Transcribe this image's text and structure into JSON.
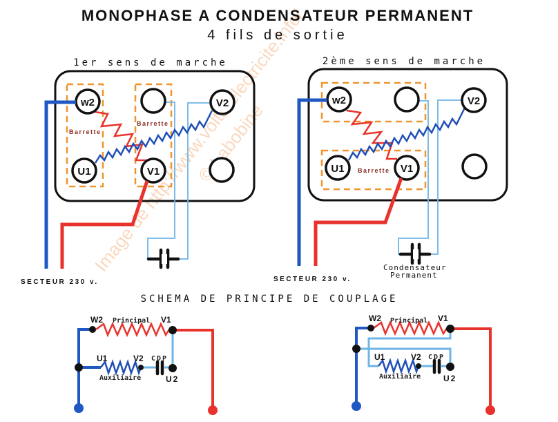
{
  "header": {
    "title": "MONOPHASE A CONDENSATEUR PERMANENT",
    "subtitle": "4 fils de sortie"
  },
  "colors": {
    "principal_winding": "#e8322c",
    "auxiliary_winding": "#1f4fb5",
    "supply_blue": "#1f57c3",
    "supply_red": "#e8322c",
    "capacitor_wire": "#6fb4e6",
    "barrette": "#f0942e",
    "outline": "#111111",
    "watermark": "#f7b98a"
  },
  "diagram_1": {
    "heading": "1er sens de marche",
    "terminals": {
      "w2": "w2",
      "u1": "U1",
      "v1": "V1",
      "v2": "V2"
    },
    "barrette_labels": [
      "Barrette",
      "Barrette"
    ],
    "supply_label": "SECTEUR 230 v."
  },
  "diagram_2": {
    "heading": "2ème sens de marche",
    "terminals": {
      "w2": "w2",
      "u1": "U1",
      "v1": "V1",
      "v2": "V2"
    },
    "barrette_label": "Barrette",
    "supply_label": "SECTEUR 230 v.",
    "capacitor_label_line1": "Condensateur",
    "capacitor_label_line2": "Permanent"
  },
  "schema": {
    "heading": "SCHEMA DE PRINCIPE DE COUPLAGE",
    "left": {
      "w2": "W2",
      "v1": "V1",
      "u1": "U1",
      "v2": "V2",
      "u2": "U2",
      "principal": "Principal",
      "auxiliaire": "Auxiliaire",
      "cdp": "CDP"
    },
    "right": {
      "w2": "W2",
      "v1": "V1",
      "u1": "U1",
      "v2": "V2",
      "u2": "U2",
      "principal": "Principal",
      "auxiliaire": "Auxiliaire",
      "cdp": "CDP"
    }
  },
  "watermark": {
    "line1": "© Labobine",
    "line2": "Image de http://www.volta-electricite.info/"
  }
}
